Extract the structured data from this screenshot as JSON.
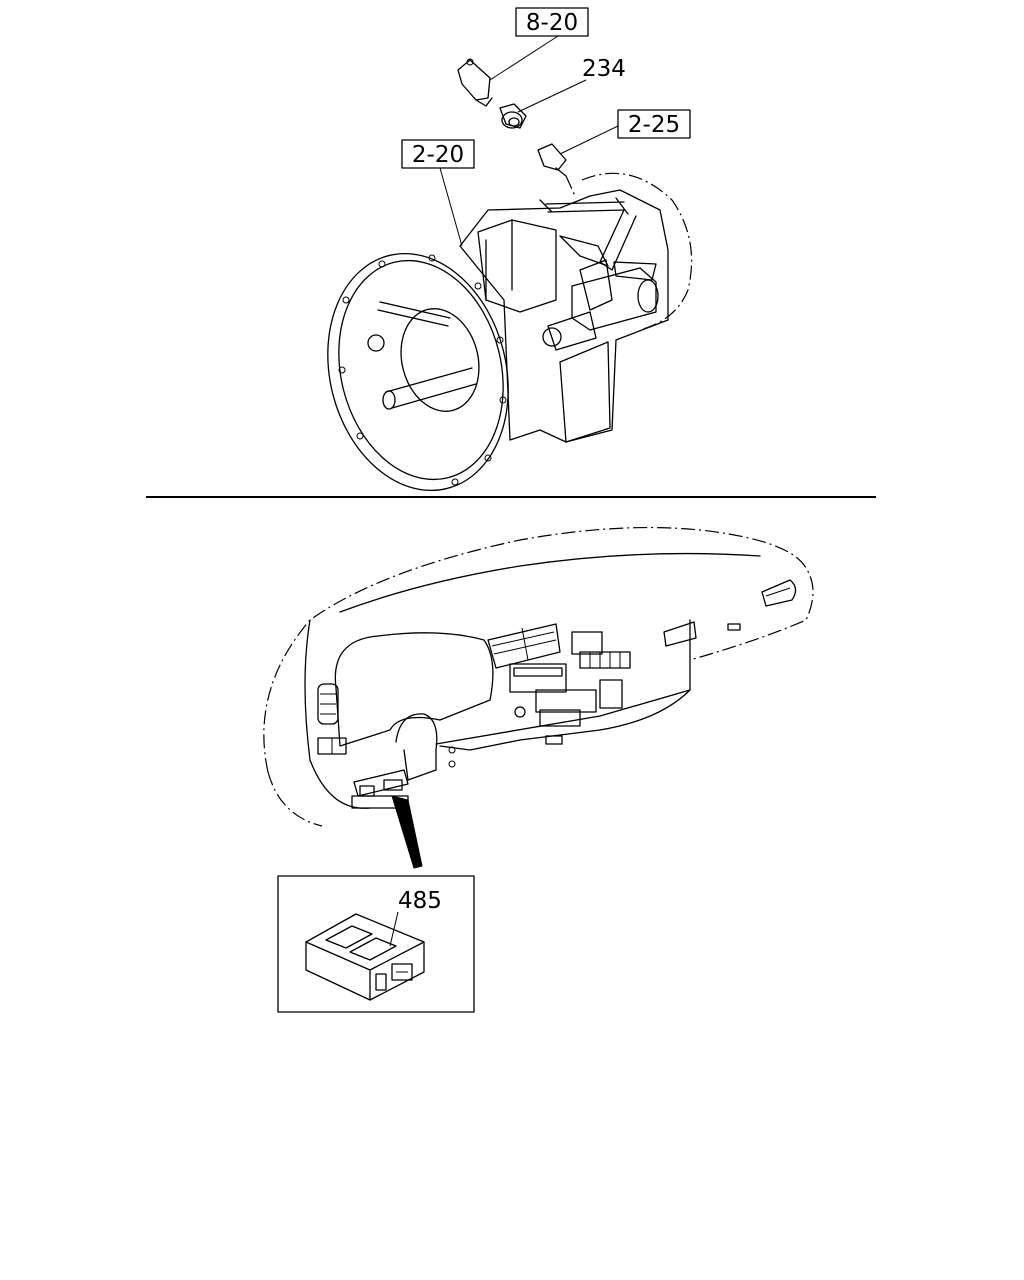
{
  "callouts": {
    "ref_8_20": "8-20",
    "ref_234": "234",
    "ref_2_25": "2-25",
    "ref_2_20": "2-20",
    "ref_485": "485"
  }
}
